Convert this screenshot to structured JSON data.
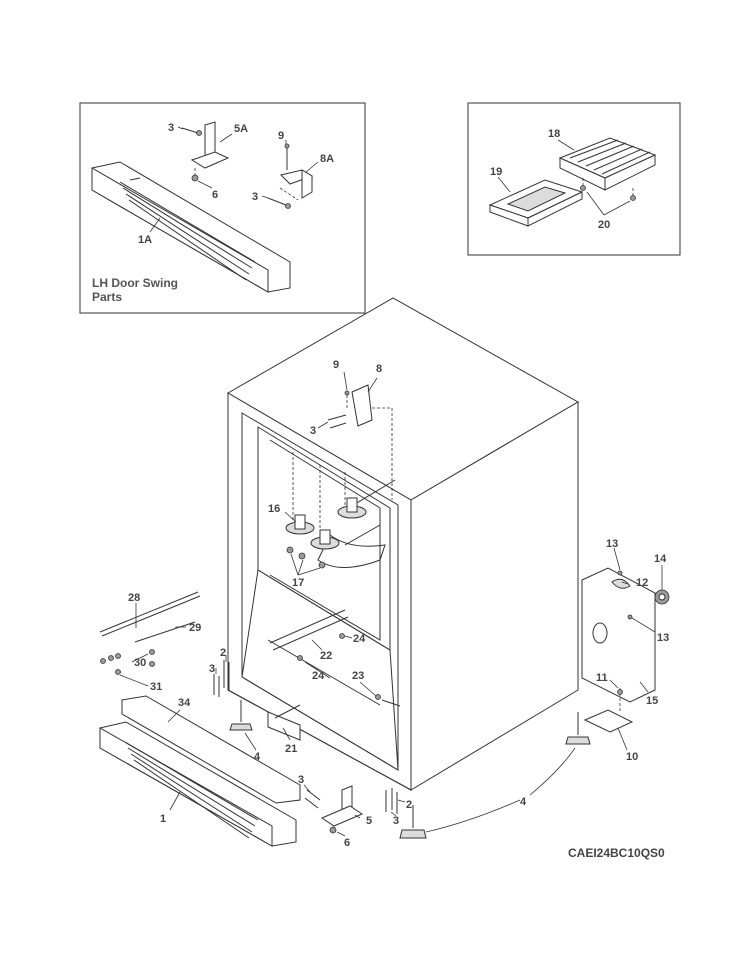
{
  "inset_left": {
    "caption_line1": "LH Door Swing",
    "caption_line2": "Parts",
    "labels": {
      "c3a": "3",
      "c5a": "5A",
      "c9": "9",
      "c8a": "8A",
      "c6": "6",
      "c3b": "3",
      "c1a": "1A"
    }
  },
  "inset_right": {
    "labels": {
      "c18": "18",
      "c19": "19",
      "c20": "20"
    }
  },
  "main": {
    "labels": {
      "c9": "9",
      "c8": "8",
      "c3_top": "3",
      "c16": "16",
      "c17": "17",
      "c13a": "13",
      "c14": "14",
      "c12": "12",
      "c13b": "13",
      "c15": "15",
      "c11": "11",
      "c10": "10",
      "c28": "28",
      "c29": "29",
      "c30": "30",
      "c31": "31",
      "c34": "34",
      "c2a": "2",
      "c3_left": "3",
      "c4a": "4",
      "c21": "21",
      "c22": "22",
      "c24a": "24",
      "c24b": "24",
      "c23": "23",
      "c1": "1",
      "c3_bottom": "3",
      "c2b": "2",
      "c5": "5",
      "c3c": "3",
      "c6": "6",
      "c4b": "4"
    }
  },
  "diagram_code": "CAEI24BC10QS0"
}
